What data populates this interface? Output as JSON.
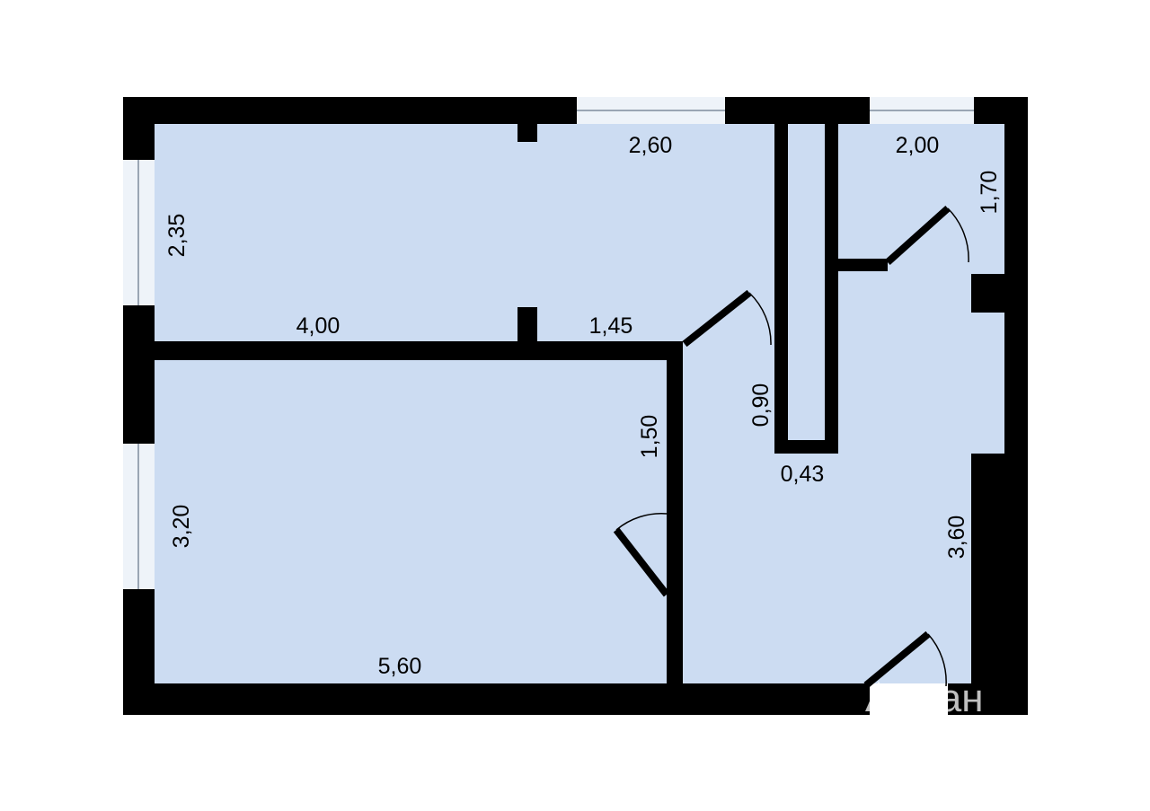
{
  "colors": {
    "wall": "#000000",
    "floor": "#ccdcf2",
    "window": "#eef3f9",
    "background": "#ffffff"
  },
  "dimensions": {
    "room1_width_left": "4,00",
    "room1_width_right": "1,45",
    "room1_top": "2,60",
    "room1_height": "2,35",
    "room2_width": "5,60",
    "room2_height": "3,20",
    "room2_right": "1,50",
    "door_hall": "0,90",
    "shaft": "0,43",
    "bath_width": "2,00",
    "bath_height": "1,70",
    "hall_height": "3,60"
  },
  "watermark": {
    "text": "циан",
    "icon": "cian-logo-icon"
  }
}
